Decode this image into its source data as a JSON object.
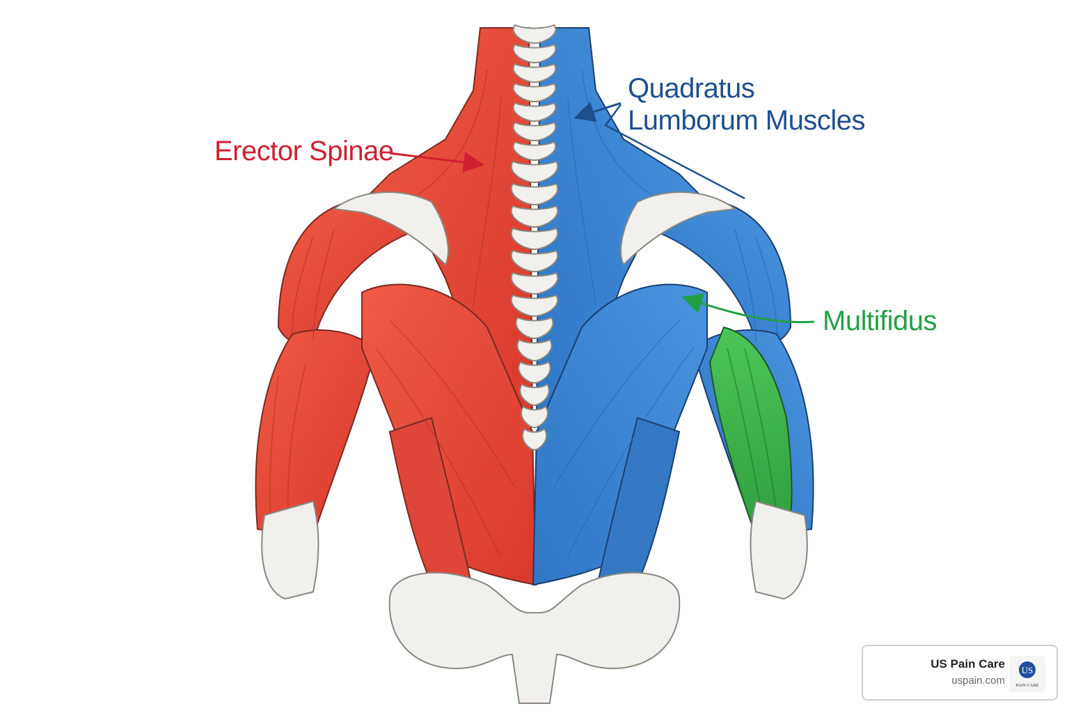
{
  "labels": {
    "erector_spinae": "Erector Spinae",
    "quadratus_line1": "Quadratus",
    "quadratus_line2": "Lumborum Muscles",
    "multifidus": "Multifidus"
  },
  "brand": {
    "name": "US Pain Care",
    "url": "uspain.com",
    "logo_text": "PAIN CARE"
  },
  "colors": {
    "red_muscle": "#e8493a",
    "blue_muscle": "#3a86d6",
    "green_muscle": "#3cb24a",
    "bone": "#f1f0ec",
    "erector_label": "#cf2030",
    "quadratus_label": "#1d4f8c",
    "multifidus_label": "#22a046"
  },
  "icons": {
    "logo": "us-pain-care-logo-icon"
  }
}
